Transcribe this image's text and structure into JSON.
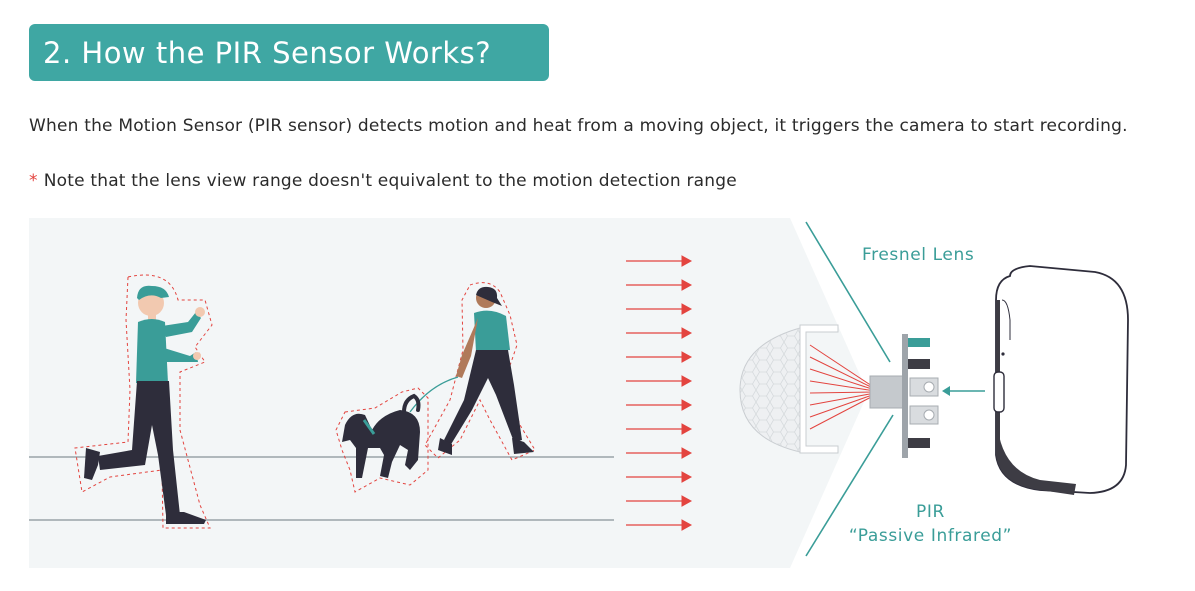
{
  "title": "2. How the PIR Sensor Works?",
  "description": "When the Motion Sensor (PIR sensor) detects motion and heat from a moving object, it triggers the camera to start recording.",
  "note": {
    "marker": "*",
    "text": "Note that the lens view range doesn't equivalent to the motion detection range"
  },
  "labels": {
    "fresnel": "Fresnel Lens",
    "pir_line1": "PIR",
    "pir_line2": "“Passive Infrared”"
  },
  "colors": {
    "accent": "#3fa7a3",
    "arrow_red": "#e3443f",
    "figure_teal": "#3a9d98",
    "figure_dark": "#2e2d3b",
    "panel_bg": "#f3f6f7"
  },
  "icons": [
    "runner-figure",
    "walking-woman-figure",
    "dog-figure",
    "fresnel-lens-icon",
    "pir-sensor-icon",
    "camera-icon"
  ]
}
